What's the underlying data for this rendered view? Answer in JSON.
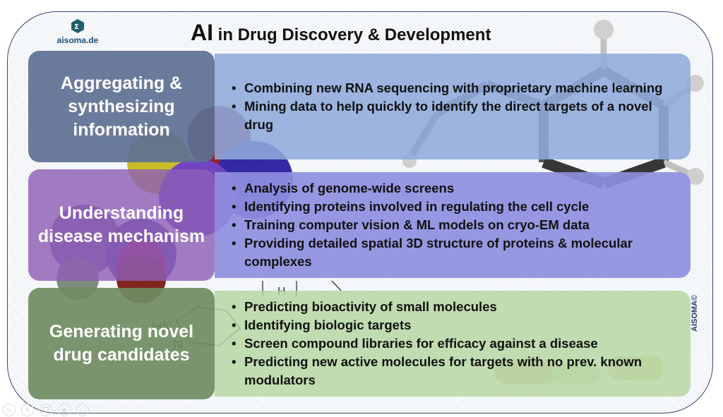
{
  "header": {
    "logo_text": "aisoma.de",
    "title_emphasis": "AI",
    "title_rest": " in Drug Discovery & Development"
  },
  "rows": [
    {
      "label": "Aggregating & synthesizing information",
      "label_color": "#5d7092",
      "body_color": "#8faadc",
      "items": [
        "Combining new RNA sequencing with proprietary machine learning",
        "Mining data to help quickly to identify the direct targets of a novel drug"
      ]
    },
    {
      "label": "Understanding disease mechanism",
      "label_color": "#8d5fb6",
      "body_color": "#8e8fe0",
      "items": [
        "Analysis of genome-wide screens",
        "Identifying proteins involved in regulating the cell cycle",
        "Training computer vision & ML models on cryo-EM data",
        "Providing detailed spatial 3D structure of proteins & molecular complexes"
      ]
    },
    {
      "label": "Generating novel drug candidates",
      "label_color": "#6f8c62",
      "body_color": "#b5d6a0",
      "items": [
        "Predicting bioactivity of small molecules",
        "Identifying biologic targets",
        "Screen compound libraries for efficacy against a disease",
        "Predicting new active molecules for targets with no prev. known modulators"
      ]
    }
  ],
  "copyright": "AISOMA©",
  "toolbar": {
    "icons": [
      "play-icon",
      "pen-icon",
      "copy-icon",
      "zoom-icon",
      "more-icon"
    ]
  }
}
